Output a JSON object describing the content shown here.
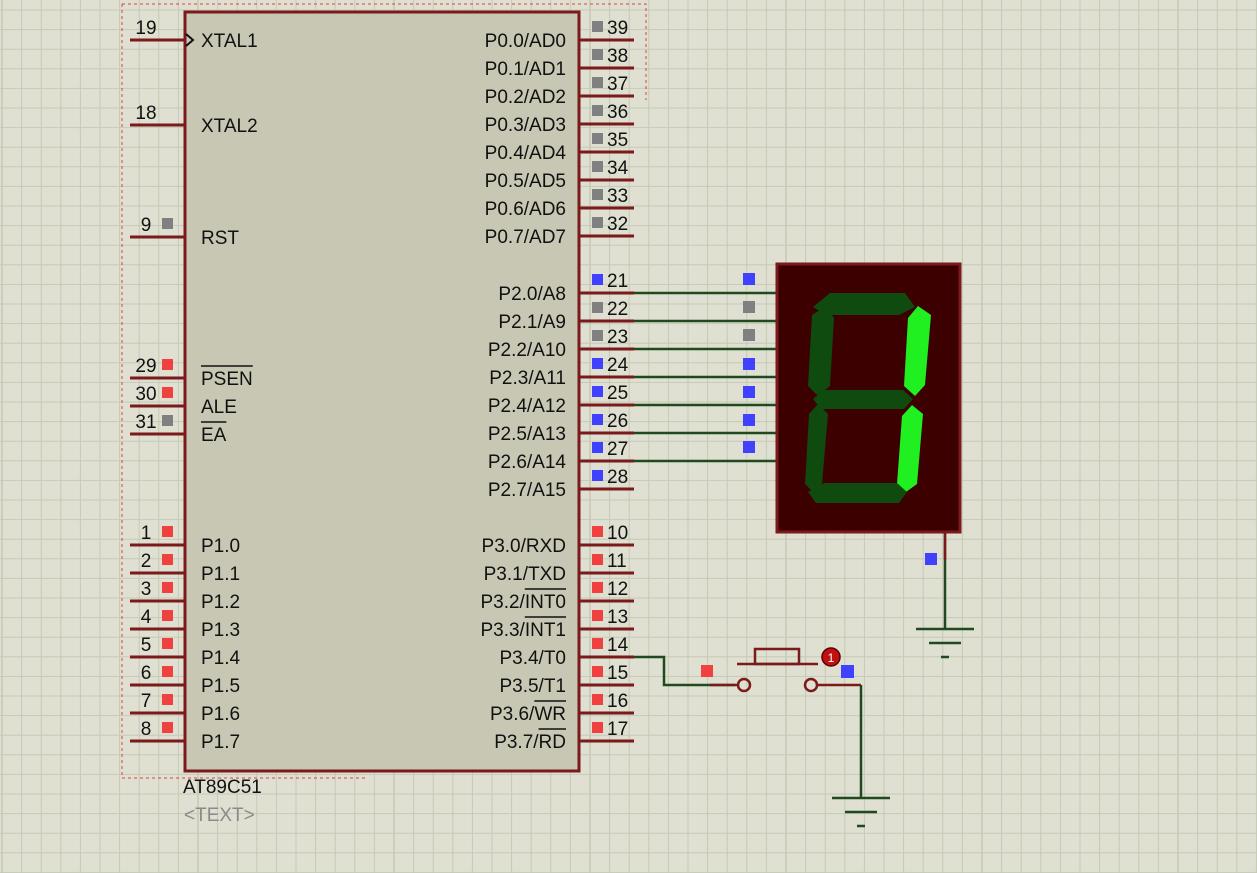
{
  "chip": {
    "part_name": "AT89C51",
    "text_placeholder": "<TEXT>",
    "left_pins": [
      {
        "num": "19",
        "label": "XTAL1",
        "state": "none",
        "clock": true
      },
      {
        "num": "18",
        "label": "XTAL2",
        "state": "none"
      },
      {
        "num": "9",
        "label": "RST",
        "state": "gray"
      },
      {
        "num": "29",
        "label": "PSEN",
        "state": "red",
        "overbar": true
      },
      {
        "num": "30",
        "label": "ALE",
        "state": "red"
      },
      {
        "num": "31",
        "label": "EA",
        "state": "gray",
        "overbar": true
      },
      {
        "num": "1",
        "label": "P1.0",
        "state": "red"
      },
      {
        "num": "2",
        "label": "P1.1",
        "state": "red"
      },
      {
        "num": "3",
        "label": "P1.2",
        "state": "red"
      },
      {
        "num": "4",
        "label": "P1.3",
        "state": "red"
      },
      {
        "num": "5",
        "label": "P1.4",
        "state": "red"
      },
      {
        "num": "6",
        "label": "P1.5",
        "state": "red"
      },
      {
        "num": "7",
        "label": "P1.6",
        "state": "red"
      },
      {
        "num": "8",
        "label": "P1.7",
        "state": "red"
      }
    ],
    "right_pins": [
      {
        "num": "39",
        "label": "P0.0/AD0",
        "state": "gray"
      },
      {
        "num": "38",
        "label": "P0.1/AD1",
        "state": "gray"
      },
      {
        "num": "37",
        "label": "P0.2/AD2",
        "state": "gray"
      },
      {
        "num": "36",
        "label": "P0.3/AD3",
        "state": "gray"
      },
      {
        "num": "35",
        "label": "P0.4/AD4",
        "state": "gray"
      },
      {
        "num": "34",
        "label": "P0.5/AD5",
        "state": "gray"
      },
      {
        "num": "33",
        "label": "P0.6/AD6",
        "state": "gray"
      },
      {
        "num": "32",
        "label": "P0.7/AD7",
        "state": "gray"
      },
      {
        "num": "21",
        "label": "P2.0/A8",
        "state": "blue"
      },
      {
        "num": "22",
        "label": "P2.1/A9",
        "state": "gray"
      },
      {
        "num": "23",
        "label": "P2.2/A10",
        "state": "gray"
      },
      {
        "num": "24",
        "label": "P2.3/A11",
        "state": "blue"
      },
      {
        "num": "25",
        "label": "P2.4/A12",
        "state": "blue"
      },
      {
        "num": "26",
        "label": "P2.5/A13",
        "state": "blue"
      },
      {
        "num": "27",
        "label": "P2.6/A14",
        "state": "blue"
      },
      {
        "num": "28",
        "label": "P2.7/A15",
        "state": "blue"
      },
      {
        "num": "10",
        "label": "P3.0/RXD",
        "state": "red"
      },
      {
        "num": "11",
        "label": "P3.1/TXD",
        "state": "red"
      },
      {
        "num": "12",
        "label": "P3.2/INT0",
        "state": "red",
        "overbar_part": "INT0"
      },
      {
        "num": "13",
        "label": "P3.3/INT1",
        "state": "red",
        "overbar_part": "INT1"
      },
      {
        "num": "14",
        "label": "P3.4/T0",
        "state": "red"
      },
      {
        "num": "15",
        "label": "P3.5/T1",
        "state": "red"
      },
      {
        "num": "16",
        "label": "P3.6/WR",
        "state": "red",
        "overbar_part": "WR"
      },
      {
        "num": "17",
        "label": "P3.7/RD",
        "state": "red",
        "overbar_part": "RD"
      }
    ]
  },
  "display": {
    "segments": {
      "a": false,
      "b": true,
      "c": true,
      "d": false,
      "e": false,
      "f": false,
      "g": false
    },
    "input_states": [
      "blue",
      "gray",
      "gray",
      "blue",
      "blue",
      "blue",
      "blue"
    ],
    "common_state": "blue"
  },
  "button": {
    "left_state": "red",
    "right_state": "blue",
    "probe_label": "1"
  },
  "colors": {
    "background": "#dfe0d1",
    "grid": "#c6c9b6",
    "chip_body": "#c7c7b4",
    "component_outline": "#7a1a1a",
    "wire": "#1e4a1e",
    "logic_high": "#f04040",
    "logic_low": "#4040ff",
    "floating": "#808080",
    "segment_on": "#20f020",
    "segment_off": "#0f4a0f",
    "display_bg": "#3c0000"
  }
}
